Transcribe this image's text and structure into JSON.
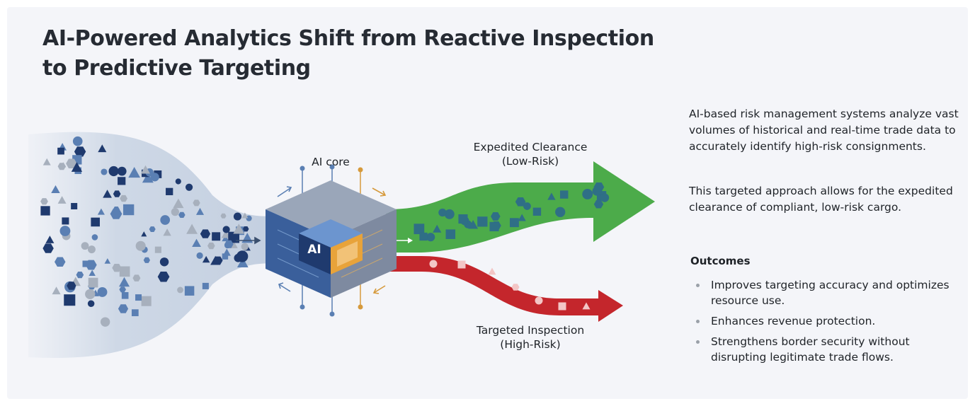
{
  "title": {
    "line1": "AI-Powered Analytics Shift from Reactive Inspection",
    "line2": "to Predictive Targeting"
  },
  "diagram": {
    "core_label": "AI core",
    "chip_label": "AI",
    "expedited_line1": "Expedited Clearance",
    "expedited_line2": "(Low-Risk)",
    "inspection_line1": "Targeted Inspection",
    "inspection_line2": "(High-Risk)",
    "colors": {
      "expedited": "#4cab4a",
      "inspection": "#c4262c",
      "cube_left": "#3a5f9b",
      "cube_right": "#7e8aa0",
      "core_chip": "#e8a33a",
      "shape_dark": "#1f3a6e",
      "shape_mid": "#5a7fb3",
      "shape_light": "#a7b0bd"
    }
  },
  "description": {
    "para1": "AI-based risk management systems analyze vast volumes of historical and real-time trade data to accurately identify high-risk consignments.",
    "para2": "This targeted approach allows for the expedited clearance of compliant, low-risk cargo."
  },
  "outcomes": {
    "heading": "Outcomes",
    "items": [
      "Improves targeting accuracy and optimizes resource use.",
      "Enhances revenue protection.",
      "Strengthens border security without disrupting legitimate trade flows."
    ]
  }
}
